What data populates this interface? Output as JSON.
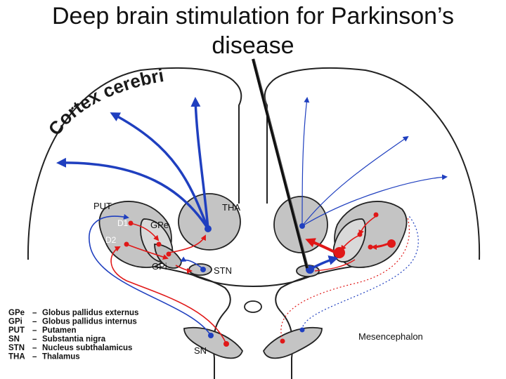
{
  "title_line1": "Deep brain stimulation for Parkinson’s",
  "title_line2": "disease",
  "cortex_label": "Cortex cerebri",
  "labels": {
    "put": "PUT",
    "tha": "THA",
    "d1": "D1",
    "d2": "D2",
    "gpe": "GPe",
    "gpi": "GPi",
    "stn": "STN",
    "sn": "SN",
    "mesencephalon": "Mesencephalon"
  },
  "legend": [
    {
      "abbr": "GPe",
      "dash": "–",
      "desc": "Globus pallidus externus"
    },
    {
      "abbr": "GPi",
      "dash": "–",
      "desc": "Globus pallidus internus"
    },
    {
      "abbr": "PUT",
      "dash": "–",
      "desc": "Putamen"
    },
    {
      "abbr": "SN",
      "dash": "–",
      "desc": "Substantia nigra"
    },
    {
      "abbr": "STN",
      "dash": "–",
      "desc": "Nucleus subthalamicus"
    },
    {
      "abbr": "THA",
      "dash": "–",
      "desc": "Thalamus"
    }
  ],
  "colors": {
    "excitatory": "#1f3fbf",
    "inhibitory": "#e01818",
    "nucleus_fill": "#c4c4c4",
    "outline": "#222222",
    "electrode": "#111111"
  }
}
